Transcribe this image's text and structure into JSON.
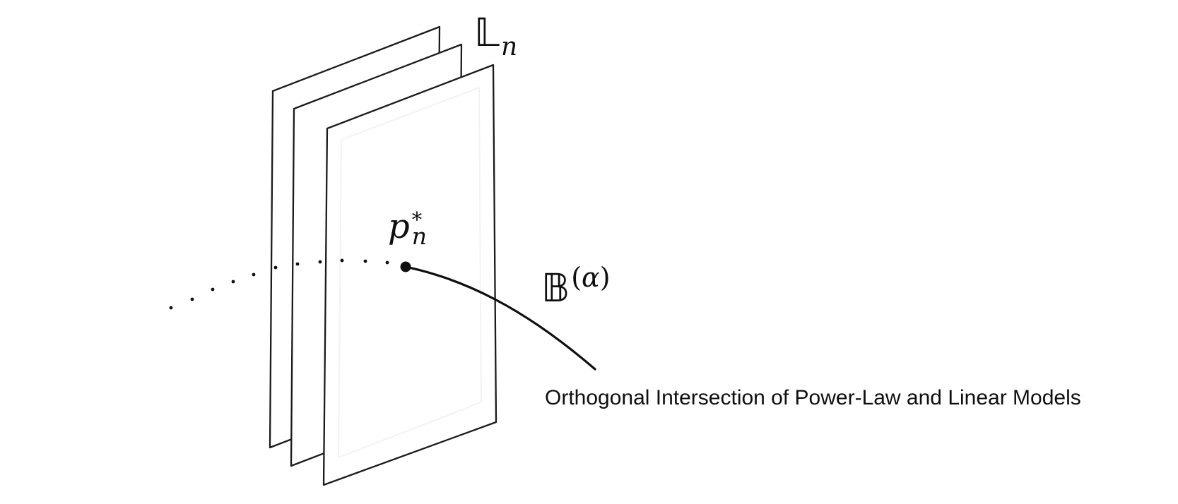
{
  "colors": {
    "background": "#ffffff",
    "line": "#1b1b1b",
    "text": "#0f0f0f"
  },
  "diagram": {
    "planes_label": {
      "base": "𝕃",
      "subscript": "n"
    },
    "point_label": {
      "base": "p",
      "superscript": "*",
      "subscript": "n"
    },
    "curve_label": {
      "base": "𝔹",
      "superscript_open": "(",
      "superscript_alpha": "α",
      "superscript_close": ")"
    },
    "caption": "Orthogonal Intersection of Power-Law and Linear Models"
  }
}
